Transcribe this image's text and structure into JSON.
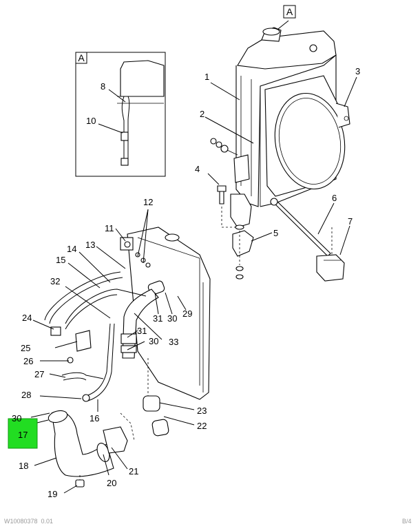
{
  "view_labels": {
    "main": "A",
    "detail": "A"
  },
  "callouts": {
    "c1": "1",
    "c2": "2",
    "c3": "3",
    "c4": "4",
    "c5": "5",
    "c6": "6",
    "c7": "7",
    "c8": "8",
    "c10": "10",
    "c11": "11",
    "c12": "12",
    "c13": "13",
    "c14": "14",
    "c15": "15",
    "c16": "16",
    "c17": "17",
    "c18": "18",
    "c19": "19",
    "c20": "20",
    "c21": "21",
    "c22": "22",
    "c23": "23",
    "c24": "24",
    "c25": "25",
    "c26": "26",
    "c27": "27",
    "c28": "28",
    "c29": "29",
    "c30a": "30",
    "c30b": "30",
    "c30c": "30",
    "c31a": "31",
    "c31b": "31",
    "c32": "32",
    "c33": "33"
  },
  "highlight": {
    "part": "17",
    "color": "#22dd22"
  },
  "footer": {
    "left": "W10080378_0.01",
    "right": "B/4"
  }
}
